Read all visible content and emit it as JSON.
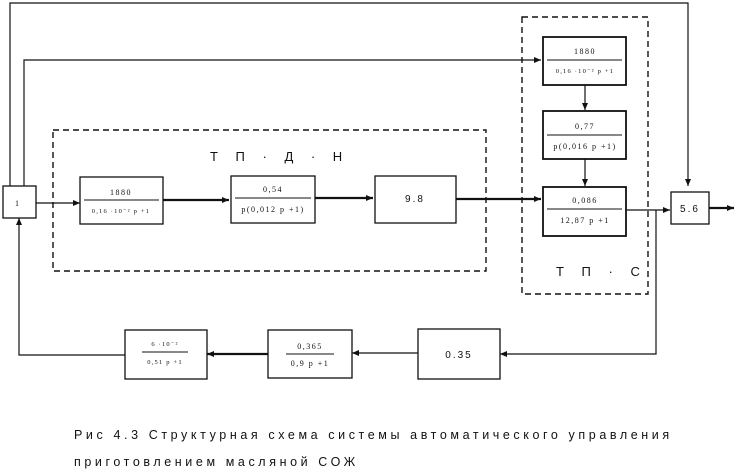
{
  "regions": {
    "tpdn": "Т П · Д · Н",
    "tpc": "Т П · С"
  },
  "blocks": {
    "summing": {
      "label": "1"
    },
    "tpdn_1": {
      "num": "1880",
      "den": "0,16 ·10⁻² p +1"
    },
    "tpdn_2": {
      "num": "0,54",
      "den": "p(0,012 p +1)"
    },
    "tpdn_3": {
      "label": "9.8"
    },
    "tpc_1": {
      "num": "1880",
      "den": "0,16 ·10⁻² p +1"
    },
    "tpc_2": {
      "num": "0,77",
      "den": "p(0,016 p +1)"
    },
    "tpc_3": {
      "num": "0,086",
      "den": "12,87 p +1"
    },
    "output_gain": {
      "label": "5.6"
    },
    "fb_1": {
      "label": "0.35"
    },
    "fb_2": {
      "num": "0,365",
      "den": "0,9 p +1"
    },
    "fb_3": {
      "num": "6 ·10⁻²",
      "den": "0,51 p +1"
    }
  },
  "caption": {
    "line1": "Рис 4.3 Структурная схема системы автоматического управления",
    "line2": "приготовлением масляной СОЖ"
  }
}
